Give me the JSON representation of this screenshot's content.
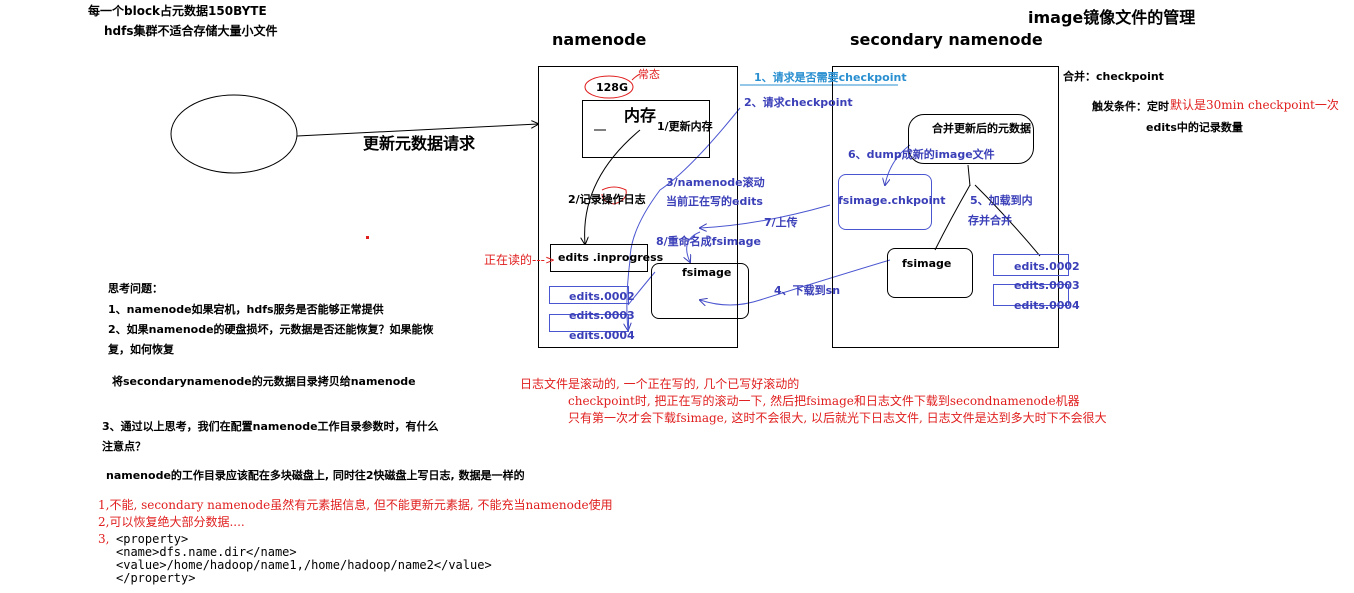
{
  "top_notes": {
    "block_meta": "每一个block占元数据150BYTE",
    "small_files": "hdfs集群不适合存储大量小文件"
  },
  "title": "image镜像文件的管理",
  "namenode": {
    "title": "namenode",
    "chang_tai": "常态",
    "size": "128G",
    "memory": "内存",
    "update_memory": "1/更新内存",
    "record_log": "2/记录操作日志",
    "edits_inprogress": "edits .inprogress",
    "fsimage": "fsimage",
    "edits": [
      "edits.0002",
      "edits.0003",
      "edits.0004"
    ]
  },
  "client": {
    "request_label": "更新元数据请求"
  },
  "reading_label": "正在读的--->",
  "secondary": {
    "title": "secondary namenode",
    "merge_box": "合并更新后的元数据",
    "chkpoint": "fsimage.chkpoint",
    "fsimage": "fsimage",
    "edits": [
      "edits.0002",
      "edits.0003",
      "edits.0004"
    ]
  },
  "steps": {
    "s1": "1、请求是否需要checkpoint",
    "s2": "2、请求checkpoint",
    "s3a": "3/namenode滚动",
    "s3b": "当前正在写的edits",
    "s4": "4、下载到sn",
    "s5a": "5、加载到内",
    "s5b": "存并合并",
    "s6": "6、dump成新的image文件",
    "s7": "7/上传",
    "s8": "8/重命名成fsimage"
  },
  "right_info": {
    "merge": "合并：checkpoint",
    "trigger": "触发条件：定时",
    "default_time": "默认是30min   checkpoint一次",
    "edits_count": "edits中的记录数量"
  },
  "questions": {
    "head": "思考问题：",
    "q1": "1、namenode如果宕机，hdfs服务是否能够正常提供",
    "q2a": "2、如果namenode的硬盘损坏，元数据是否还能恢复？如果能恢",
    "q2b": "复，如何恢复",
    "a2": "将secondarynamenode的元数据目录拷贝给namenode",
    "q3a": "3、通过以上思考，我们在配置namenode工作目录参数时，有什么",
    "q3b": "注意点？",
    "a3": "namenode的工作目录应该配在多块磁盘上, 同时往2快磁盘上写日志, 数据是一样的"
  },
  "red_notes": {
    "n1": "日志文件是滚动的, 一个正在写的, 几个已写好滚动的",
    "n2": "checkpoint时, 把正在写的滚动一下, 然后把fsimage和日志文件下载到secondnamenode机器",
    "n3": "只有第一次才会下载fsimage, 这时不会很大, 以后就光下日志文件, 日志文件是达到多大时下不会很大"
  },
  "answers": {
    "a1": "1,不能, secondary namenode虽然有元素据信息, 但不能更新元素据, 不能充当namenode使用",
    "a2": "2,可以恢复绝大部分数据....",
    "a3_prefix": "3,"
  },
  "config": {
    "l1": "<property>",
    "l2": "<name>dfs.name.dir</name>",
    "l3": "<value>/home/hadoop/name1,/home/hadoop/name2</value>",
    "l4": "</property>"
  },
  "colors": {
    "blue": "#3a3fb8",
    "red": "#e01e1e",
    "cyan": "#2a8fd0"
  }
}
